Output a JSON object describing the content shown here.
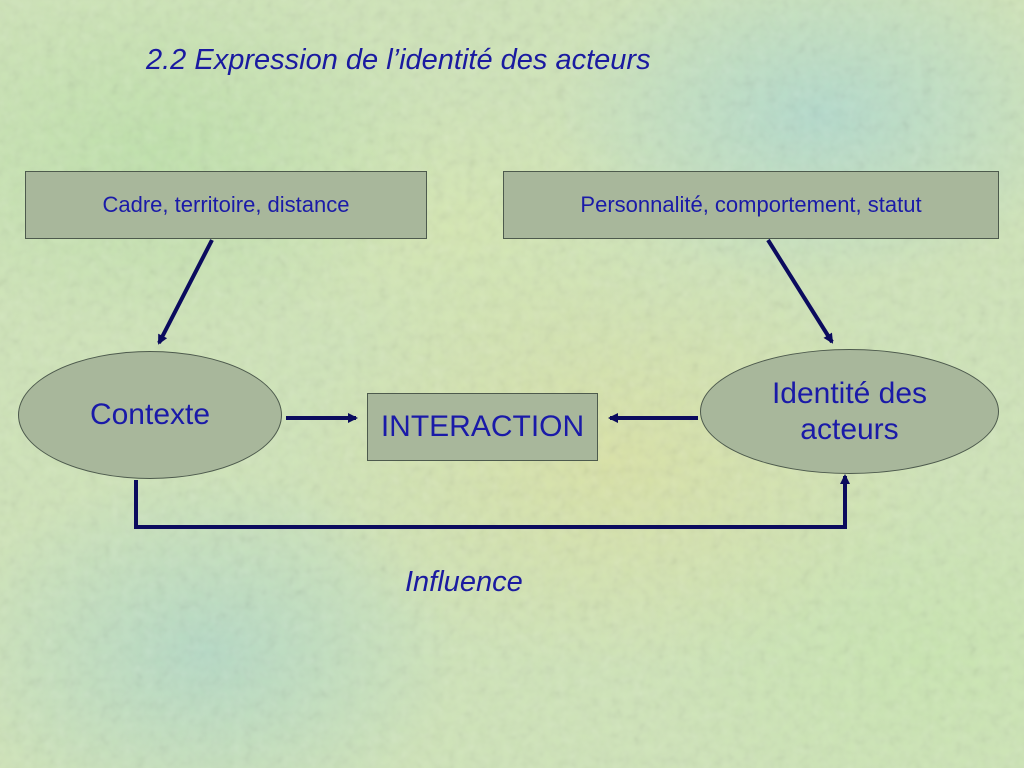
{
  "title": "2.2 Expression de l’identité des acteurs",
  "boxes": {
    "cadre": "Cadre, territoire, distance",
    "personnalite": "Personnalité, comportement, statut",
    "interaction": "INTERACTION"
  },
  "ellipses": {
    "contexte": "Contexte",
    "identite_line1": "Identité des",
    "identite_line2": "acteurs"
  },
  "influence_label": "Influence",
  "colors": {
    "text": "#1a1aa8",
    "shape_fill": "#a8b79b",
    "arrow": "#0b0b5e"
  }
}
